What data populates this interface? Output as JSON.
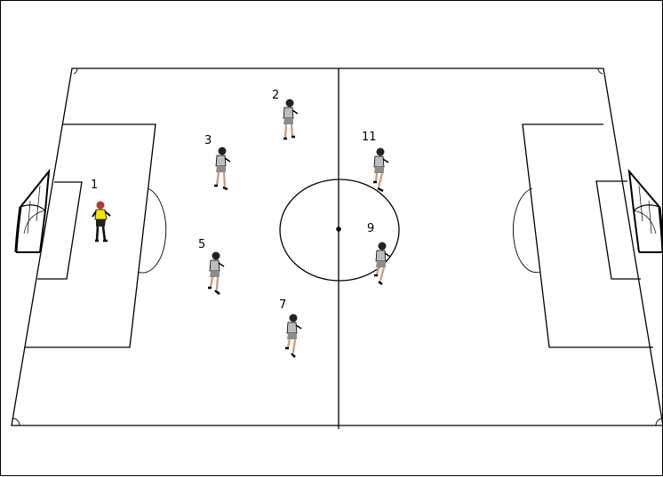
{
  "players": [
    {
      "number": "1",
      "role": "goalkeeper"
    },
    {
      "number": "2",
      "role": "outfield"
    },
    {
      "number": "3",
      "role": "outfield"
    },
    {
      "number": "11",
      "role": "outfield"
    },
    {
      "number": "5",
      "role": "outfield"
    },
    {
      "number": "9",
      "role": "outfield"
    },
    {
      "number": "7",
      "role": "outfield"
    }
  ],
  "colors": {
    "pitch_lines": "#000000",
    "goalkeeper_shirt": "#f2e600",
    "outfield_shirt": "#bdbdbd",
    "shorts": "#8c8c8c",
    "hair": "#222222"
  }
}
